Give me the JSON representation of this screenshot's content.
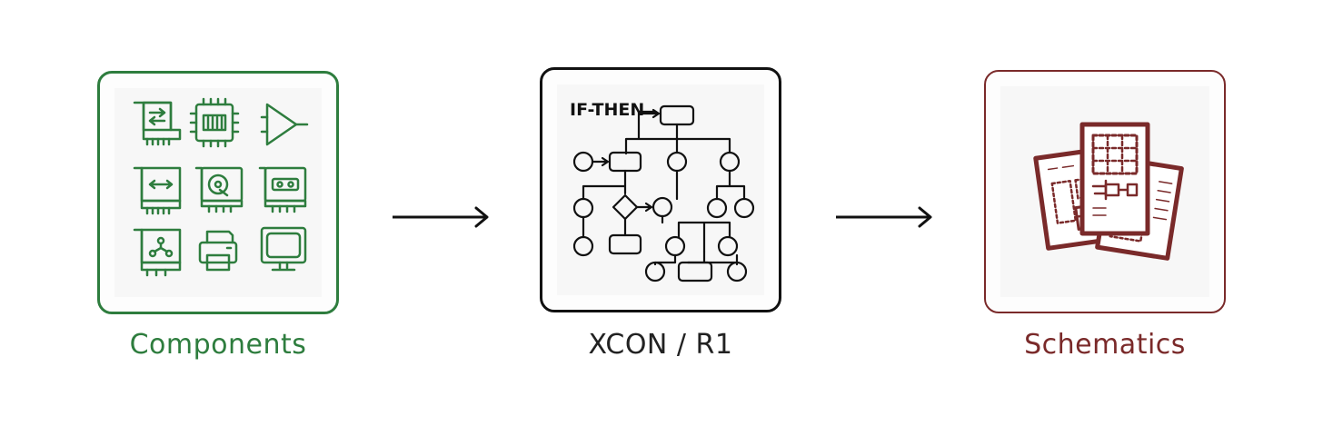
{
  "diagram": {
    "stages": [
      {
        "caption": "Components",
        "color": "#2e7d3e"
      },
      {
        "caption": "XCON / R1",
        "panel_label": "IF-THEN",
        "color": "#111111"
      },
      {
        "caption": "Schematics",
        "color": "#7a2a2a"
      }
    ],
    "icons": {
      "components": [
        "network-card-icon",
        "memory-chip-icon",
        "amplifier-icon",
        "expansion-card-icon",
        "disk-drive-icon",
        "tape-drive-icon",
        "network-hub-card-icon",
        "printer-icon",
        "monitor-icon"
      ],
      "schematics": [
        "schematic-documents-icon"
      ]
    }
  }
}
